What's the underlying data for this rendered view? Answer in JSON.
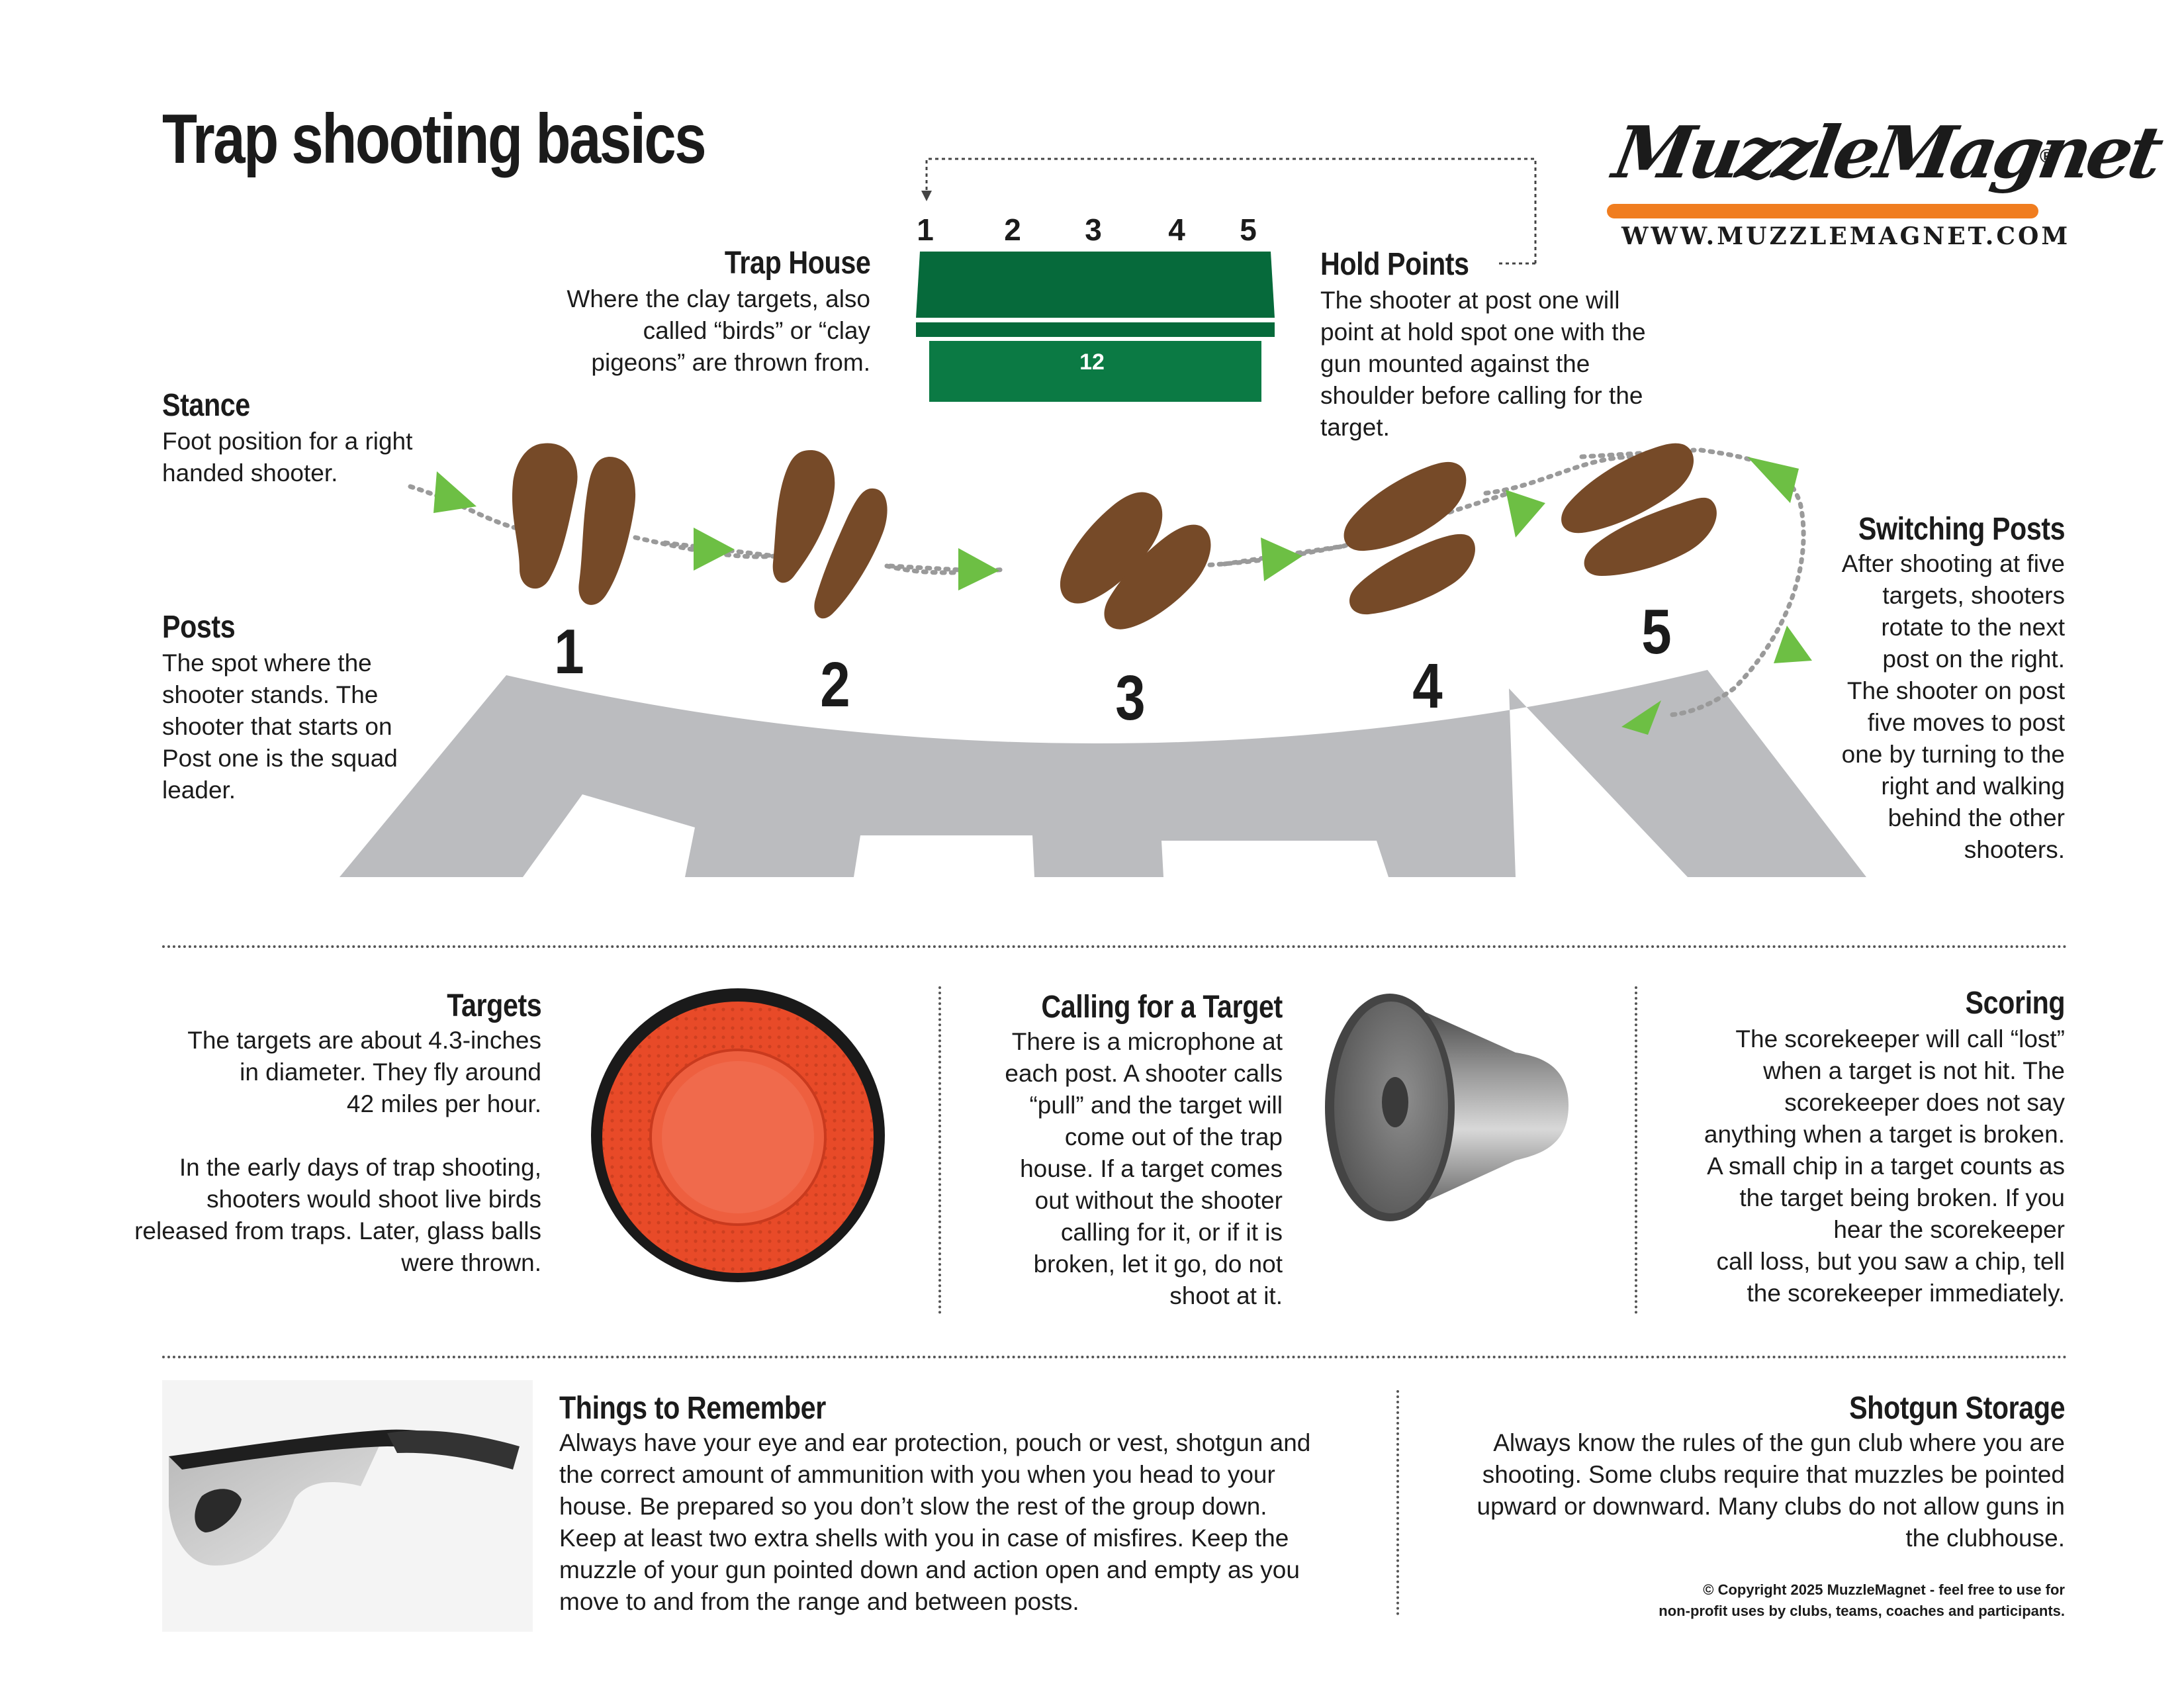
{
  "title": "Trap shooting basics",
  "logo": {
    "name": "MuzzleMagnet",
    "registered": "®",
    "url": "WWW.MUZZLEMAGNET.COM"
  },
  "trap_house": {
    "title": "Trap House",
    "text": "Where the clay targets, also\ncalled “birds” or “clay\npigeons” are thrown from.",
    "hold_numbers": [
      "1",
      "2",
      "3",
      "4",
      "5"
    ],
    "label": "12"
  },
  "hold_points": {
    "title": "Hold Points",
    "text": "The shooter at post one will\npoint at hold spot one with the\ngun mounted against the\nshoulder before calling for the\ntarget."
  },
  "stance": {
    "title": "Stance",
    "text": "Foot position for a right\nhanded shooter."
  },
  "posts": {
    "title": "Posts",
    "text": "The spot where the\nshooter stands. The\nshooter that starts on\nPost one is the squad\nleader."
  },
  "post_numbers": [
    "1",
    "2",
    "3",
    "4",
    "5"
  ],
  "switching": {
    "title": "Switching Posts",
    "text": "After shooting at five\ntargets, shooters\nrotate to the next\npost on the right.\nThe shooter on post\nfive moves to post\none by turning to the\nright and walking\nbehind the other\nshooters."
  },
  "targets": {
    "title": "Targets",
    "text": "The targets are about 4.3-inches\nin diameter. They fly around\n42 miles per hour.\n\nIn the early days of trap shooting,\nshooters would shoot live birds\nreleased from traps. Later, glass balls\nwere thrown."
  },
  "calling": {
    "title": "Calling for a Target",
    "text": "There is a microphone at\neach post. A shooter calls\n“pull” and the target will\ncome out of the trap\nhouse. If a target comes\nout without the shooter\ncalling for it, or if it is\nbroken, let it go, do not\nshoot at it."
  },
  "scoring": {
    "title": "Scoring",
    "text": "The scorekeeper will call “lost”\nwhen a target is not hit. The\nscorekeeper does not say\nanything when a target is broken.\nA small chip in a target counts as\nthe target being broken. If you\nhear the scorekeeper\ncall loss, but you saw a chip, tell\nthe scorekeeper immediately."
  },
  "remember": {
    "title": "Things to Remember",
    "text": "Always have your eye and ear protection, pouch or vest, shotgun and\nthe correct amount of ammunition with you when you head to your\nhouse. Be prepared so you don’t slow the rest of the group down.\nKeep at least two extra shells with you in case of misfires. Keep the\nmuzzle of your gun pointed down and action open and empty as you\nmove to and from the range and between posts."
  },
  "storage": {
    "title": "Shotgun Storage",
    "text": "Always know the rules of the gun club where you are\nshooting. Some clubs require that muzzles be pointed\nupward or downward. Many clubs do not allow guns in\nthe clubhouse."
  },
  "copyright": "© Copyright 2025 MuzzleMagnet - feel free to use for\nnon-profit uses by clubs, teams, coaches and participants.",
  "colors": {
    "house_green": "#066a3b",
    "house_green_light": "#0c7a45",
    "foot_brown": "#764a28",
    "walkway_gray": "#bbbcbf",
    "arrow_green": "#6dbf44",
    "logo_orange": "#f07d1f",
    "target_orange": "#ee5733",
    "text": "#1b1b1b"
  }
}
